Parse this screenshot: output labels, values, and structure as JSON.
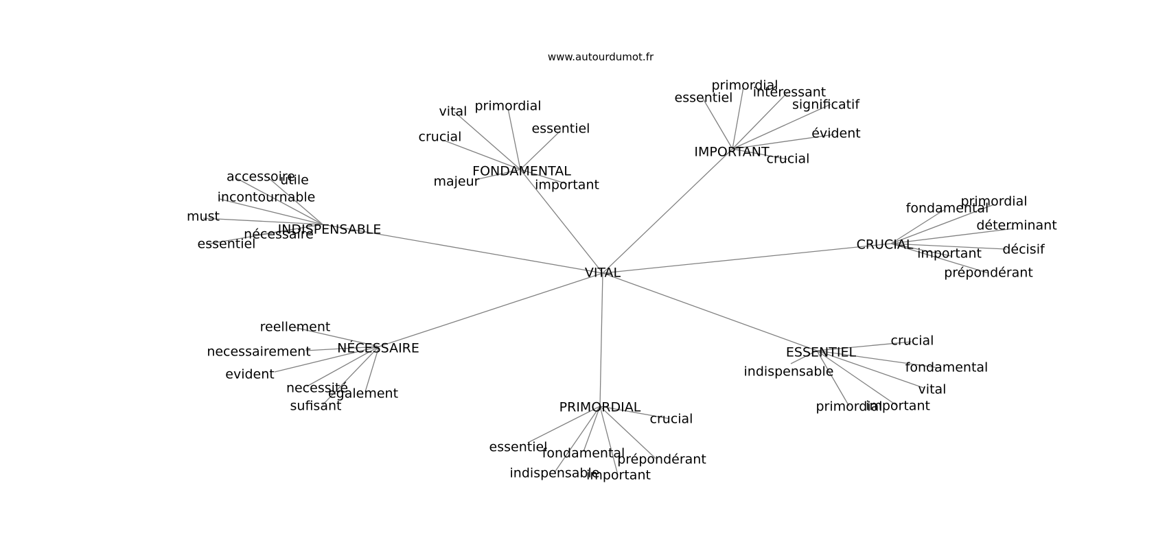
{
  "source": "www.autourdumot.fr",
  "root": "VITAL",
  "branches": [
    {
      "label": "INDISPENSABLE",
      "leaves": [
        "accessoire",
        "utile",
        "incontournable",
        "must",
        "nécessaire",
        "essentiel"
      ]
    },
    {
      "label": "FONDAMENTAL",
      "leaves": [
        "vital",
        "primordial",
        "essentiel",
        "crucial",
        "majeur",
        "important"
      ]
    },
    {
      "label": "IMPORTANT",
      "leaves": [
        "essentiel",
        "primordial",
        "intéressant",
        "significatif",
        "évident",
        "crucial"
      ]
    },
    {
      "label": "CRUCIAL",
      "leaves": [
        "fondamental",
        "primordial",
        "déterminant",
        "décisif",
        "important",
        "prépondérant"
      ]
    },
    {
      "label": "ESSENTIEL",
      "leaves": [
        "crucial",
        "indispensable",
        "fondamental",
        "vital",
        "primordial",
        "important"
      ]
    },
    {
      "label": "PRIMORDIAL",
      "leaves": [
        "crucial",
        "essentiel",
        "fondamental",
        "prépondérant",
        "indispensable",
        "important"
      ]
    },
    {
      "label": "NÉCESSAIRE",
      "leaves": [
        "reellement",
        "necessairement",
        "evident",
        "necessité",
        "egalement",
        "sufisant"
      ]
    }
  ]
}
